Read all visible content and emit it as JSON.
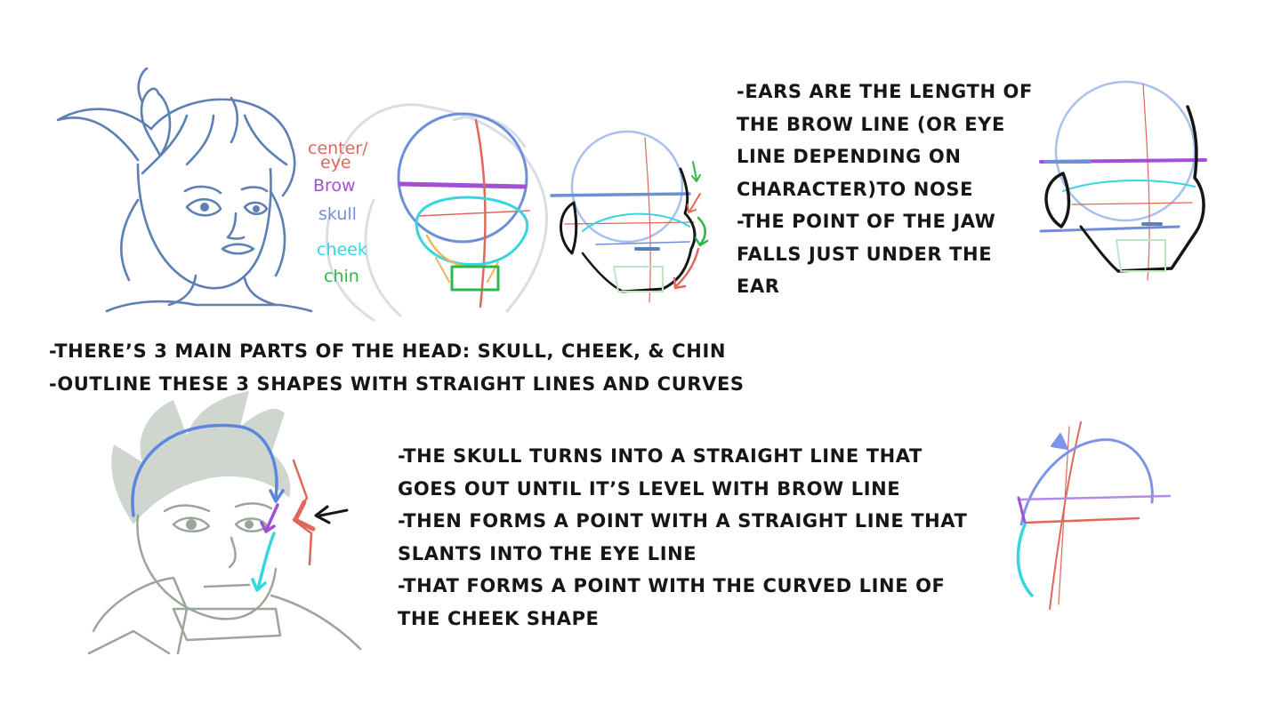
{
  "colors": {
    "center_eye": "#e0675a",
    "brow": "#a24fd8",
    "skull": "#6f8ed8",
    "cheek": "#34d6e0",
    "chin": "#2fb84a",
    "outline": "#161616",
    "sketch_blue": "#5c7fb4",
    "sketch_grey": "#9aa69a"
  },
  "legend": {
    "center_eye_line1": "center/",
    "center_eye_line2": "eye",
    "brow": "Brow",
    "skull": "skull",
    "cheek": "cheek",
    "chin": "chin"
  },
  "notes_top_right": [
    "-ears are the length of",
    "the brow line (or eye",
    "line depending on",
    "character)to nose",
    "-the point of the jaw",
    "falls just under the",
    "ear"
  ],
  "notes_middle": [
    "-there’s 3 main parts of the head: skull, cheek, & chin",
    "-outline these 3 shapes with straight lines and curves"
  ],
  "notes_bottom": [
    "-the skull turns into a straight line that",
    "goes out until it’s level with brow line",
    "-then forms a point with a straight line that",
    "slants into the eye line",
    "-that forms a point with the curved line of",
    "the cheek shape"
  ]
}
